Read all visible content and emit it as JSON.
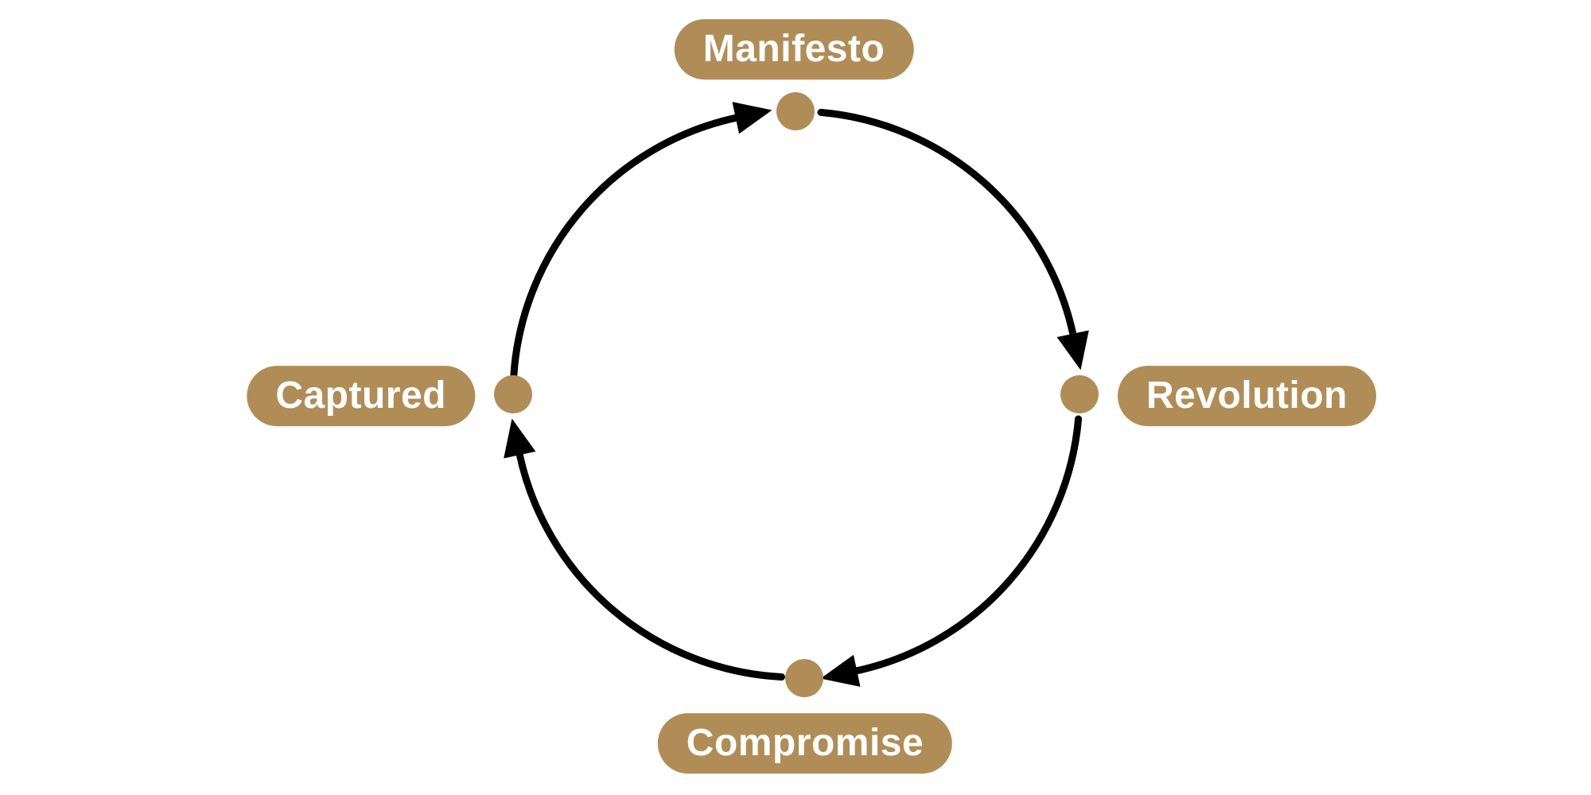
{
  "diagram": {
    "type": "cycle",
    "direction": "clockwise",
    "nodes": [
      {
        "id": "manifesto",
        "label": "Manifesto",
        "position": "top"
      },
      {
        "id": "revolution",
        "label": "Revolution",
        "position": "right"
      },
      {
        "id": "compromise",
        "label": "Compromise",
        "position": "bottom"
      },
      {
        "id": "captured",
        "label": "Captured",
        "position": "left"
      }
    ],
    "edges": [
      {
        "from": "Manifesto",
        "to": "Revolution"
      },
      {
        "from": "Revolution",
        "to": "Compromise"
      },
      {
        "from": "Compromise",
        "to": "Captured"
      },
      {
        "from": "Captured",
        "to": "Manifesto"
      }
    ],
    "colors": {
      "node_fill": "#b08d57",
      "label_text": "#ffffff",
      "arrow": "#000000",
      "background": "#ffffff"
    }
  }
}
